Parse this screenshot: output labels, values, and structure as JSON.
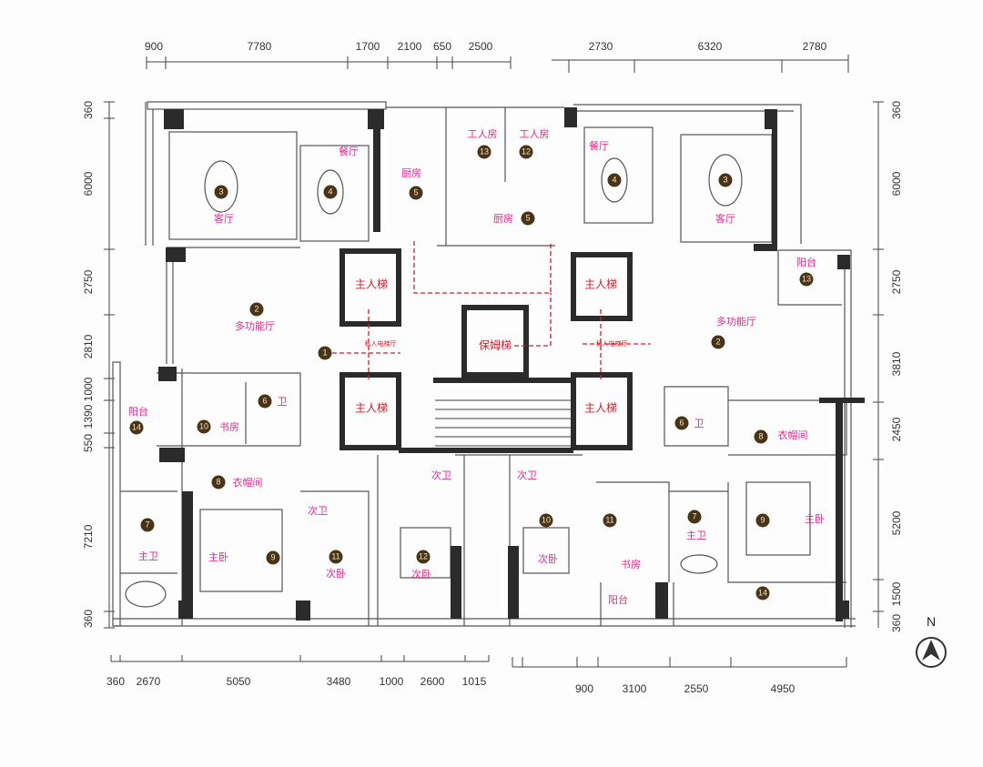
{
  "dimensions": {
    "top_left": [
      "900",
      "7780",
      "1700",
      "2100",
      "650",
      "2500"
    ],
    "top_right": [
      "2730",
      "6320",
      "2780"
    ],
    "bottom_left": [
      "360",
      "2670",
      "5050",
      "3480",
      "1000",
      "2600",
      "1015"
    ],
    "bottom_right": [
      "900",
      "3100",
      "2550",
      "4950"
    ],
    "left_side": [
      "360",
      "6000",
      "2750",
      "2810",
      "1000",
      "1390",
      "550",
      "7210",
      "360"
    ],
    "right_side": [
      "360",
      "6000",
      "2750",
      "3810",
      "2450",
      "5200",
      "1500",
      "360"
    ]
  },
  "rooms": [
    {
      "label": "客厅",
      "number": "3"
    },
    {
      "label": "餐厅",
      "number": "4"
    },
    {
      "label": "厨房",
      "number": "5"
    },
    {
      "label": "工人房",
      "number": "13"
    },
    {
      "label": "工人房",
      "number": "12"
    },
    {
      "label": "厨房",
      "number": "5"
    },
    {
      "label": "多功能厅",
      "number": "2"
    },
    {
      "label": "阳台",
      "number": "14"
    },
    {
      "label": "书房",
      "number": "10"
    },
    {
      "label": "卫",
      "number": "6"
    },
    {
      "label": "衣帽间",
      "number": "8"
    },
    {
      "label": "主卫",
      "number": "7"
    },
    {
      "label": "主卧",
      "number": "9"
    },
    {
      "label": "次卫",
      "number": ""
    },
    {
      "label": "次卧",
      "number": "11"
    },
    {
      "label": "次卫",
      "number": ""
    },
    {
      "label": "次卫",
      "number": ""
    },
    {
      "label": "次卧",
      "number": "12"
    },
    {
      "label": "次卧",
      "number": "10"
    },
    {
      "label": "餐厅",
      "number": "4"
    },
    {
      "label": "客厅",
      "number": "3"
    },
    {
      "label": "阳台",
      "number": "13"
    },
    {
      "label": "多功能厅",
      "number": "2"
    },
    {
      "label": "卫",
      "number": "6"
    },
    {
      "label": "衣帽间",
      "number": "8"
    },
    {
      "label": "书房",
      "number": "11"
    },
    {
      "label": "主卫",
      "number": "7"
    },
    {
      "label": "主卧",
      "number": "9"
    },
    {
      "label": "阳台",
      "number": ""
    },
    {
      "label": "",
      "number": "14"
    },
    {
      "label": "",
      "number": "1"
    }
  ],
  "core": {
    "owner_elevator": "主人梯",
    "nanny_elevator": "保姆梯",
    "private_lobby": "私人电梯厅"
  },
  "compass": {
    "label": "N"
  },
  "colors": {
    "room_label": "#e6288a",
    "core_label": "#d0202a",
    "number_badge": "#4a3418",
    "wall": "#2b2b2b",
    "route": "#d0202a"
  }
}
